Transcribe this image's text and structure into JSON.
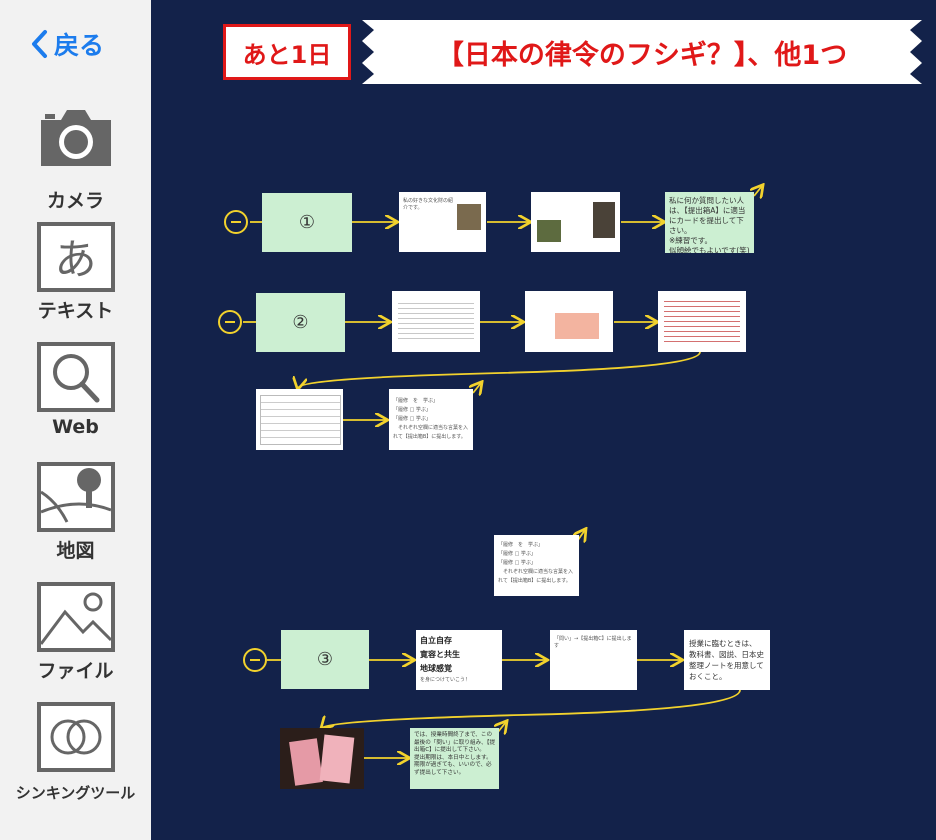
{
  "sidebar": {
    "back_label": "戻る",
    "tools": [
      {
        "label": "カメラ",
        "icon": "camera-icon"
      },
      {
        "label": "テキスト",
        "icon": "text-icon",
        "glyph": "あ"
      },
      {
        "label": "Web",
        "icon": "magnifier-icon"
      },
      {
        "label": "地図",
        "icon": "map-pin-icon"
      },
      {
        "label": "ファイル",
        "icon": "image-file-icon"
      },
      {
        "label": "シンキングツール",
        "icon": "venn-diagram-icon"
      }
    ]
  },
  "header": {
    "deadline": "あと1日",
    "title": "【日本の律令のフシギ？】、他1つ"
  },
  "cards": {
    "row1": {
      "number": "①",
      "card2_text": "私の好きな文化財の紹介です。",
      "card4_text": "私に何か質問したい人は、【提出箱A】に適当にカードを提出して下さい。\n※練習です。\n似顔絵でもよいです(笑)"
    },
    "row2": {
      "number": "②",
      "card5_text": "「履修　を　学ぶ」\n「履修 □ 学ぶ」\n「履修 □ 学ぶ」\n　それぞれ空欄に適当な言葉を入れて【提出箱B】に提出します。"
    },
    "floating_text": "「履修　を　学ぶ」\n「履修 □ 学ぶ」\n「履修 □ 学ぶ」\n　それぞれ空欄に適当な言葉を入れて【提出箱B】に提出します。",
    "row3": {
      "number": "③",
      "card1_text": "自立自存\n寛容と共生\n地球感覚",
      "card1_sub": "を身につけていこう！",
      "card2_text": "「問い」→【提出箱C】に提出します",
      "card3_text": "授業に臨むときは、\n教科書、図説、日本史整理ノートを用意しておくこと。",
      "last_text": "では、授業時間終了まで、この最後の「問い」に取り組み、【提出箱C】に提出して下さい。\n提出期限は、本日中とします。\n期限が過ぎても、いいので、必ず提出して下さい。"
    }
  },
  "colors": {
    "background": "#13224a",
    "accent_red": "#e01818",
    "link_yellow": "#f2d22d",
    "card_green": "#ccefd2",
    "back_blue": "#1c7ced"
  }
}
